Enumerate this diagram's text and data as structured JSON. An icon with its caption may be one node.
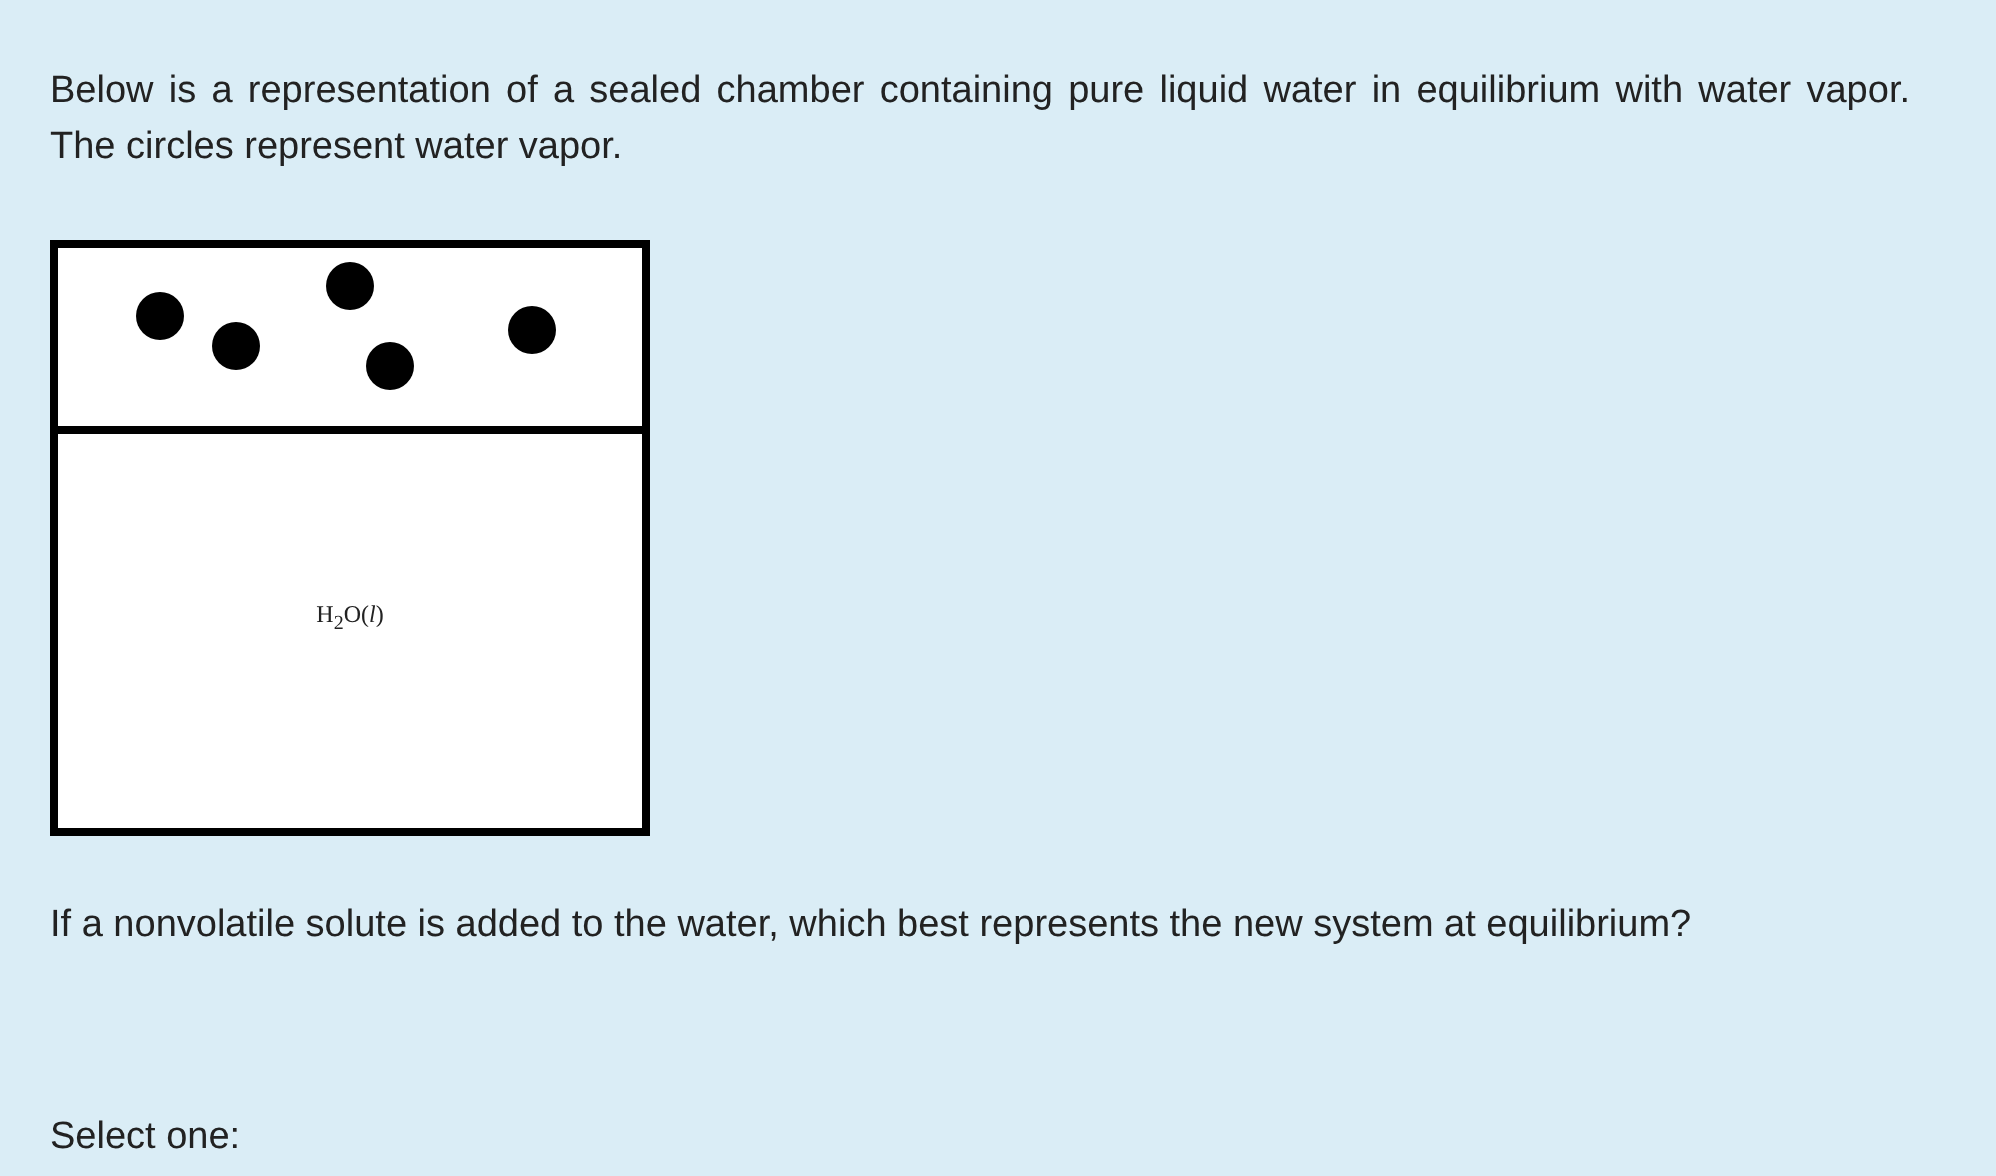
{
  "diagram": {
    "nodes": [
      {
        "text": [],
        "shape": "box"
      },
      {
        "text": [],
        "shape": "box",
        "in": 0
      },
      {
        "text": [],
        "shape": "circle",
        "in": 1
      },
      {
        "text": [],
        "shape": "circle",
        "in": 1
      },
      {
        "text": [],
        "shape": "circle",
        "in": 1
      },
      {
        "text": [],
        "shape": "circle",
        "in": 1
      },
      {
        "text": [],
        "shape": "circle",
        "in": 1
      },
      {
        "text": [
          "H$_{2}$O(*l*)"
        ],
        "in": 0
      }
    ],
    "labels": [
      "Below is a representation of a sealed chamber containing pure liquid water in equilibrium with water vapor. The circles represent water vapor.",
      "If a nonvolatile solute is added to the water, which best represents the new system at equilibrium?",
      "Select one:"
    ]
  }
}
